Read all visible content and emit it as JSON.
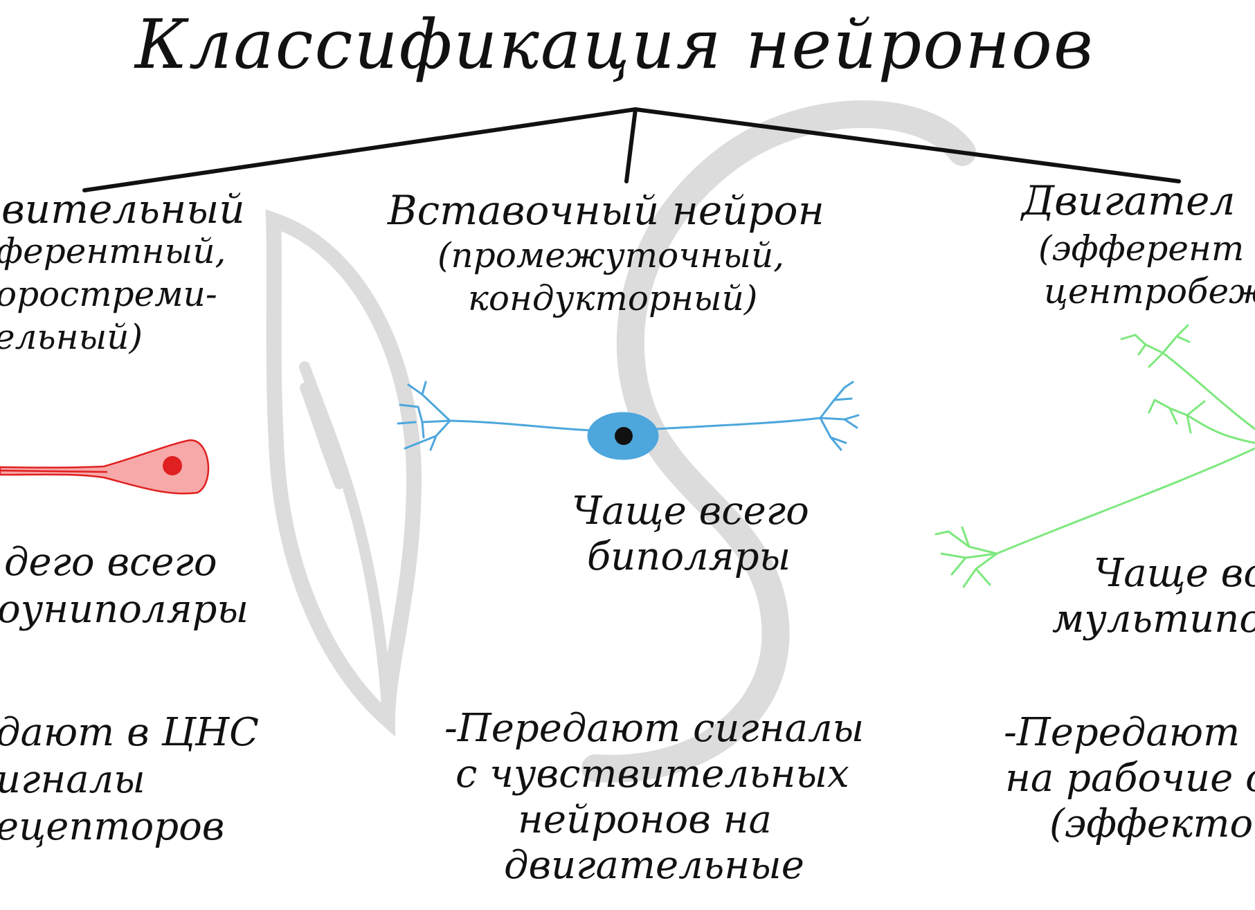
{
  "title": "Классификация нейронов",
  "colors": {
    "ink": "#111111",
    "watermark": "#dcdcdc",
    "sensory": "#e02020",
    "sensory_fill": "#f7a8a8",
    "interneuron": "#4da6dc",
    "motor": "#7de87d"
  },
  "columns": {
    "left": {
      "heading": "вительный",
      "sub_lines": [
        "ферентный,",
        "оростреми-",
        "ельный)"
      ],
      "type_lines": [
        "дего всего",
        "оуниполяры"
      ],
      "desc_lines": [
        "дают в ЦНС",
        "игналы",
        "ецепторов"
      ],
      "neuron": "sensory-neuron"
    },
    "middle": {
      "heading": "Вставочный нейрон",
      "sub_lines": [
        "(промежуточный,",
        "кондукторный)"
      ],
      "type_lines": [
        "Чаще всего",
        "биполяры"
      ],
      "desc_lines": [
        "-Передают сигналы",
        "с чувствительных",
        "нейронов на",
        "двигательные"
      ],
      "neuron": "interneuron"
    },
    "right": {
      "heading": "Двигател",
      "sub_lines": [
        "(эфферент",
        "центробеж"
      ],
      "type_lines": [
        "Чаще вс",
        "мультипо"
      ],
      "desc_lines": [
        "-Передают",
        "на рабочие о",
        "(эффекто"
      ],
      "neuron": "motor-neuron"
    }
  }
}
